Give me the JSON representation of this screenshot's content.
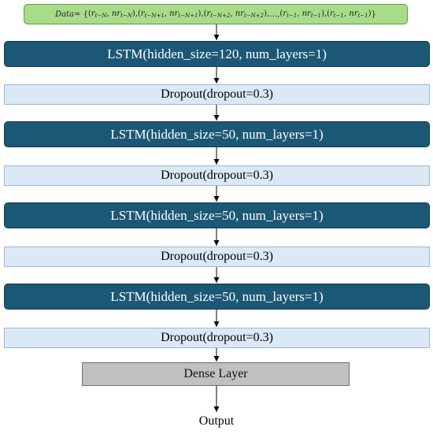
{
  "data_box": {
    "label": "Data",
    "equals": " = {",
    "terms": [
      {
        "r_sub": "t−N",
        "nr_sub": "t−N"
      },
      {
        "r_sub": "t−N+1",
        "nr_sub": "t−N+1"
      },
      {
        "r_sub": "t−N+2",
        "nr_sub": "t−N+2"
      }
    ],
    "ellipsis": "…",
    "tail_terms": [
      {
        "r_sub": "t−1",
        "nr_sub": "t−1"
      },
      {
        "r_sub": "t−1",
        "nr_sub": "t−1"
      }
    ],
    "close": "}",
    "r_symbol": "r",
    "nr_symbol": "nr"
  },
  "layers": [
    {
      "kind": "lstm",
      "label": "LSTM(hidden_size=120, num_layers=1)"
    },
    {
      "kind": "dropout",
      "label": "Dropout(dropout=0.3)"
    },
    {
      "kind": "lstm",
      "label": "LSTM(hidden_size=50, num_layers=1)"
    },
    {
      "kind": "dropout",
      "label": "Dropout(dropout=0.3)"
    },
    {
      "kind": "lstm",
      "label": "LSTM(hidden_size=50, num_layers=1)"
    },
    {
      "kind": "dropout",
      "label": "Dropout(dropout=0.3)"
    },
    {
      "kind": "lstm",
      "label": "LSTM(hidden_size=50, num_layers=1)"
    },
    {
      "kind": "dropout",
      "label": "Dropout(dropout=0.3)"
    }
  ],
  "dense": {
    "label": "Dense Layer"
  },
  "output": {
    "label": "Output"
  },
  "colors": {
    "lstm_fill": "#1c5876",
    "dropout_fill": "#dbe8f6",
    "dense_fill": "#c0c0c0",
    "data_fill": "#a9dc8a"
  }
}
